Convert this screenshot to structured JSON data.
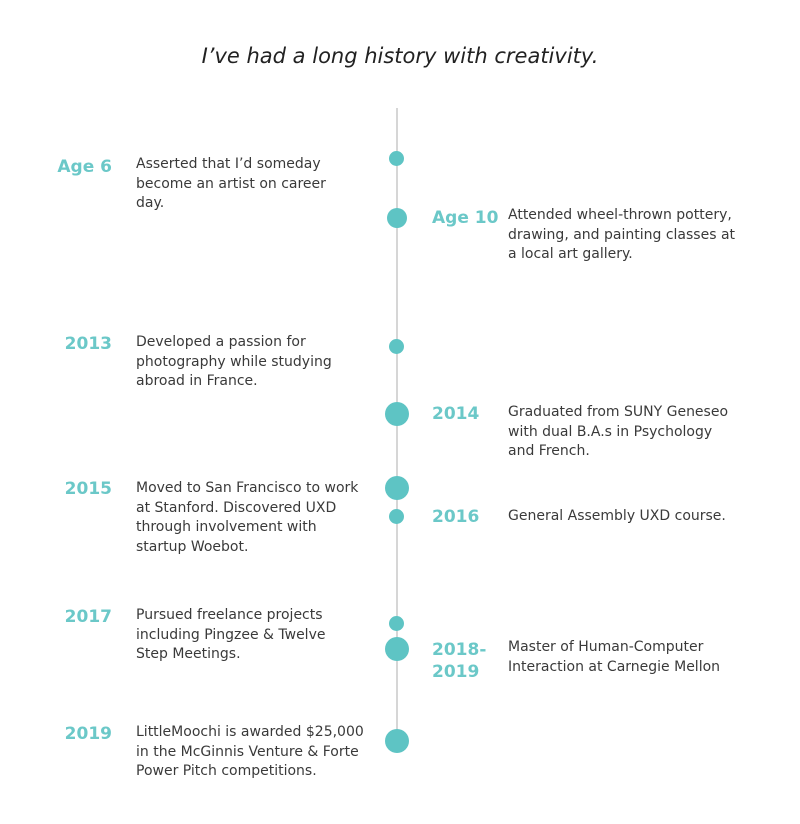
{
  "title": "I’ve had a long history with creativity.",
  "accent_color": "#5ec4c4",
  "events": [
    {
      "year": "Age 6",
      "text": "Asserted that I’d someday become an artist on career day."
    },
    {
      "year": "Age 10",
      "text": "Attended wheel-thrown pottery, drawing, and painting classes at a local art gallery."
    },
    {
      "year": "2013",
      "text": "Developed a passion for photography while studying abroad in France."
    },
    {
      "year": "2014",
      "text": "Graduated from SUNY Geneseo with dual B.A.s in Psychology and French."
    },
    {
      "year": "2015",
      "text": "Moved to San Francisco to work at Stanford. Discovered UXD through involvement with startup Woebot."
    },
    {
      "year": "2016",
      "text": "General Assembly UXD course."
    },
    {
      "year": "2017",
      "text": "Pursued freelance projects including Pingzee & Twelve Step Meetings."
    },
    {
      "year": "2018-2019",
      "text": "Master of Human-Computer Interaction at Carnegie Mellon"
    },
    {
      "year": "2019",
      "text": "LittleMoochi is awarded $25,000 in the McGinnis Venture & Forte Power Pitch competitions."
    }
  ]
}
